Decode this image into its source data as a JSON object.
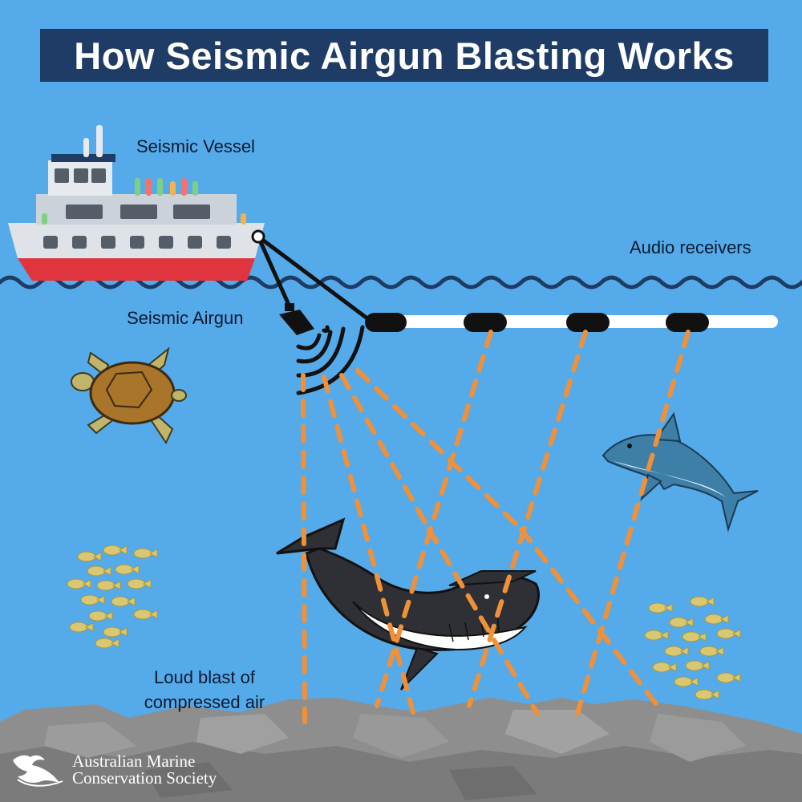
{
  "title": "How Seismic Airgun Blasting Works",
  "labels": {
    "vessel": "Seismic Vessel",
    "receivers": "Audio receivers",
    "airgun": "Seismic Airgun",
    "blast": "Loud blast of compressed air"
  },
  "logo": {
    "line1": "Australian Marine",
    "line2": "Conservation Society"
  },
  "colors": {
    "ocean": "#55aaea",
    "title_bg": "#1f3c66",
    "wave": "#1f3c66",
    "signal": "#f0913a",
    "seabed": "#8a8a8a"
  }
}
